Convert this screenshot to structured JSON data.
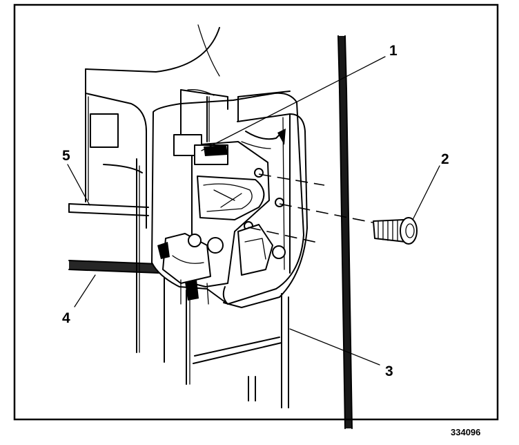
{
  "figure": {
    "callouts": [
      {
        "id": "callout-1",
        "label": "1"
      },
      {
        "id": "callout-2",
        "label": "2"
      },
      {
        "id": "callout-3",
        "label": "3"
      },
      {
        "id": "callout-4",
        "label": "4"
      },
      {
        "id": "callout-5",
        "label": "5"
      }
    ],
    "figure_number": "334096"
  }
}
